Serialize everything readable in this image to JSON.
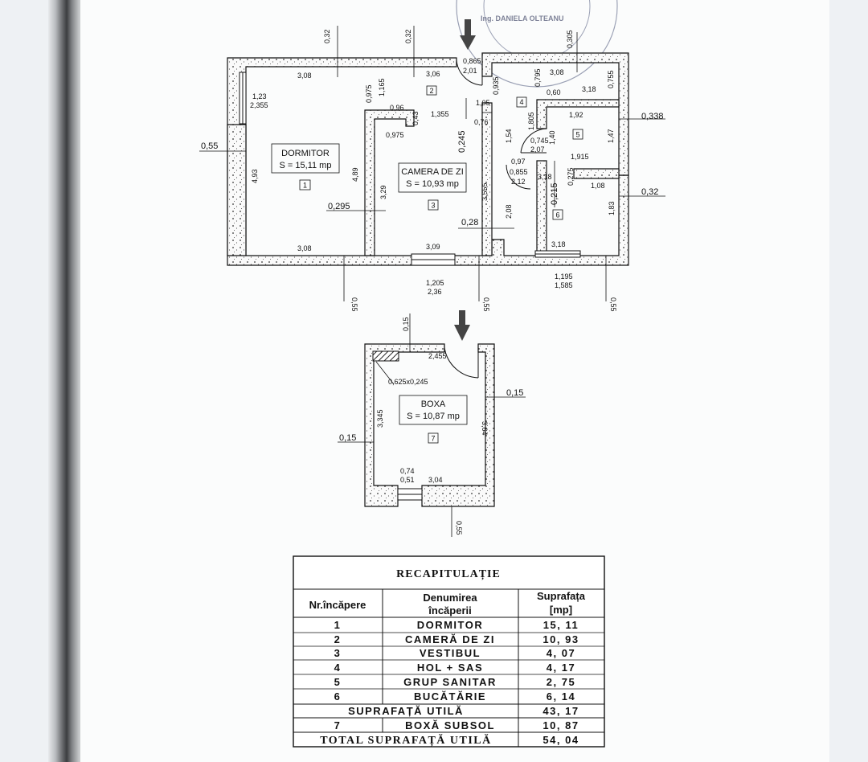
{
  "stamp": {
    "text": "Ing. DANIELA OLTEANU"
  },
  "rooms": [
    {
      "title": "DORMITOR",
      "area": "S = 15,11 mp",
      "number": "1"
    },
    {
      "title": "",
      "area": "",
      "number": "2"
    },
    {
      "title": "CAMERA DE ZI",
      "area": "S = 10,93 mp",
      "number": "3"
    },
    {
      "title": "",
      "area": "",
      "number": "4"
    },
    {
      "title": "",
      "area": "",
      "number": "5"
    },
    {
      "title": "",
      "area": "",
      "number": "6"
    },
    {
      "title": "BOXA",
      "area": "S = 10,87 mp",
      "number": "7"
    }
  ],
  "dimensions": {
    "d1": "0,32",
    "d2": "0,32",
    "d3": "0,305",
    "d4": "3,08",
    "d5": "3,06",
    "d6": "0,865",
    "d7": "2,01",
    "d8": "3,08",
    "d9": "0,60",
    "d10": "3,18",
    "d11": "1,23",
    "d12": "2,355",
    "d13": "0,975",
    "d14": "1,165",
    "d15": "0,96",
    "d16": "1,355",
    "d17": "1,05",
    "d18": "0,935",
    "d19": "0,795",
    "d20": "0,755",
    "d21": "0,43",
    "d22": "0,975",
    "d23": "0,76",
    "d24": "1,92",
    "d25": "0,338",
    "d26": "1,805",
    "d27": "1,40",
    "d28": "0,745",
    "d29": "2,07",
    "d30": "1,47",
    "d31": "0,55",
    "d32": "0,245",
    "d33": "1,54",
    "d34": "0,97",
    "d35": "1,915",
    "d36": "4,93",
    "d37": "4,89",
    "d38": "0,855",
    "d39": "2,12",
    "d40": "3,18",
    "d41": "0,275",
    "d42": "1,08",
    "d43": "0,32",
    "d44": "3,29",
    "d45": "3,555",
    "d46": "0,295",
    "d47": "0,215",
    "d48": "2,08",
    "d49": "1,83",
    "d50": "0,28",
    "d51": "3,08",
    "d52": "3,09",
    "d53": "3,18",
    "d54": "1,205",
    "d55": "2,36",
    "d56": "1,195",
    "d57": "1,585",
    "d58": "0,55",
    "d59": "0,55",
    "d60": "0,55",
    "b1": "0,15",
    "b2": "2,455",
    "b3": "0,625x0,245",
    "b4": "0,15",
    "b5": "3,345",
    "b6": "3,64",
    "b7": "0,15",
    "b8": "0,74",
    "b9": "0,51",
    "b10": "3,04",
    "b11": "0,55"
  },
  "table": {
    "title": "RECAPITULAȚIE",
    "headers": {
      "nr": "Nr.încăpere",
      "name1": "Denumirea",
      "name2": "încăperii",
      "area1": "Suprafața",
      "area2": "[mp]"
    },
    "rows": [
      {
        "nr": "1",
        "name": "DORMITOR",
        "area": "15, 11"
      },
      {
        "nr": "2",
        "name": "CAMERĂ DE ZI",
        "area": "10, 93"
      },
      {
        "nr": "3",
        "name": "VESTIBUL",
        "area": "4, 07"
      },
      {
        "nr": "4",
        "name": "HOL + SAS",
        "area": "4, 17"
      },
      {
        "nr": "5",
        "name": "GRUP SANITAR",
        "area": "2, 75"
      },
      {
        "nr": "6",
        "name": "BUCĂTĂRIE",
        "area": "6, 14"
      }
    ],
    "subtotal": {
      "label": "SUPRAFAȚĂ UTILĂ",
      "area": "43, 17"
    },
    "extra": {
      "nr": "7",
      "name": "BOXĂ SUBSOL",
      "area": "10, 87"
    },
    "total": {
      "label": "TOTAL SUPRAFAȚĂ UTILĂ",
      "area": "54, 04"
    }
  }
}
